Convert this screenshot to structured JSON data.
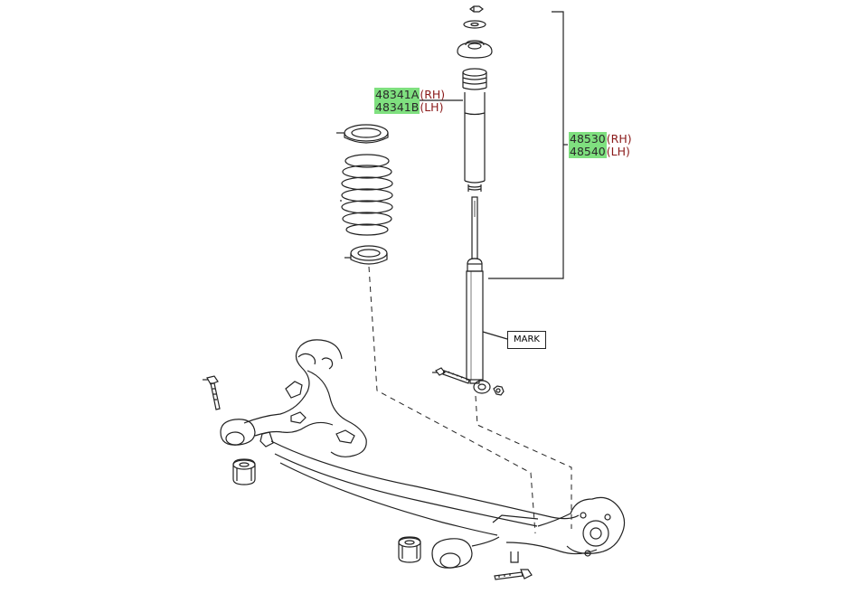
{
  "parts": [
    {
      "number": "48341A",
      "side": "(RH)"
    },
    {
      "number": "48341B",
      "side": "(LH)"
    },
    {
      "number": "48530",
      "side": "(RH)"
    },
    {
      "number": "48540",
      "side": "(LH)"
    }
  ],
  "callout": {
    "mark": "MARK"
  },
  "colors": {
    "highlight": "#7fe07f",
    "suffix": "#8a1a1a",
    "line": "#222222"
  }
}
